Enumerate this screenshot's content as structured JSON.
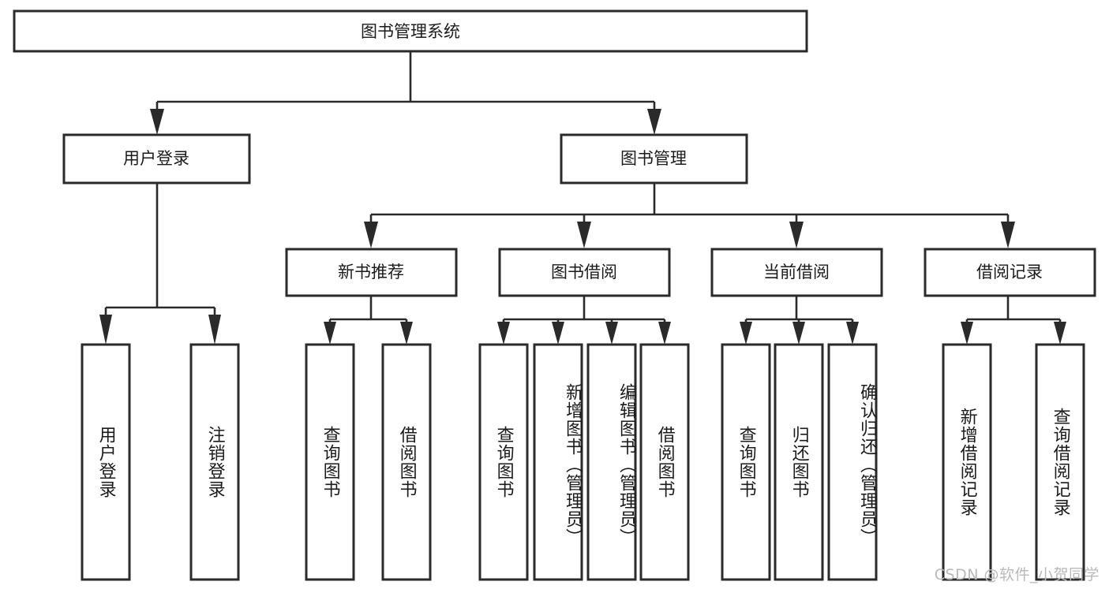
{
  "diagram": {
    "type": "tree-hierarchy",
    "title": "图书管理系统",
    "root": {
      "label": "图书管理系统"
    },
    "level2": [
      {
        "label": "用户登录"
      },
      {
        "label": "图书管理"
      }
    ],
    "level3": [
      {
        "label": "新书推荐"
      },
      {
        "label": "图书借阅"
      },
      {
        "label": "当前借阅"
      },
      {
        "label": "借阅记录"
      }
    ],
    "leaves": {
      "user_login": [
        {
          "label": "用户登录"
        },
        {
          "label": "注销登录"
        }
      ],
      "new_book_recommend": [
        {
          "label": "查询图书"
        },
        {
          "label": "借阅图书"
        }
      ],
      "book_borrow": [
        {
          "label": "查询图书"
        },
        {
          "label": "新增图书（管理员）"
        },
        {
          "label": "编辑图书（管理员）"
        },
        {
          "label": "借阅图书"
        }
      ],
      "current_borrow": [
        {
          "label": "查询图书"
        },
        {
          "label": "归还图书"
        },
        {
          "label": "确认归还（管理员）"
        }
      ],
      "borrow_records": [
        {
          "label": "新增借阅记录"
        },
        {
          "label": "查询借阅记录"
        }
      ]
    }
  },
  "watermark": {
    "text": "CSDN @软件_小贺同学"
  },
  "colors": {
    "stroke": "#2a2a2a",
    "fill": "#ffffff",
    "text": "#1b1b1b",
    "watermark": "#b9b9b9"
  }
}
